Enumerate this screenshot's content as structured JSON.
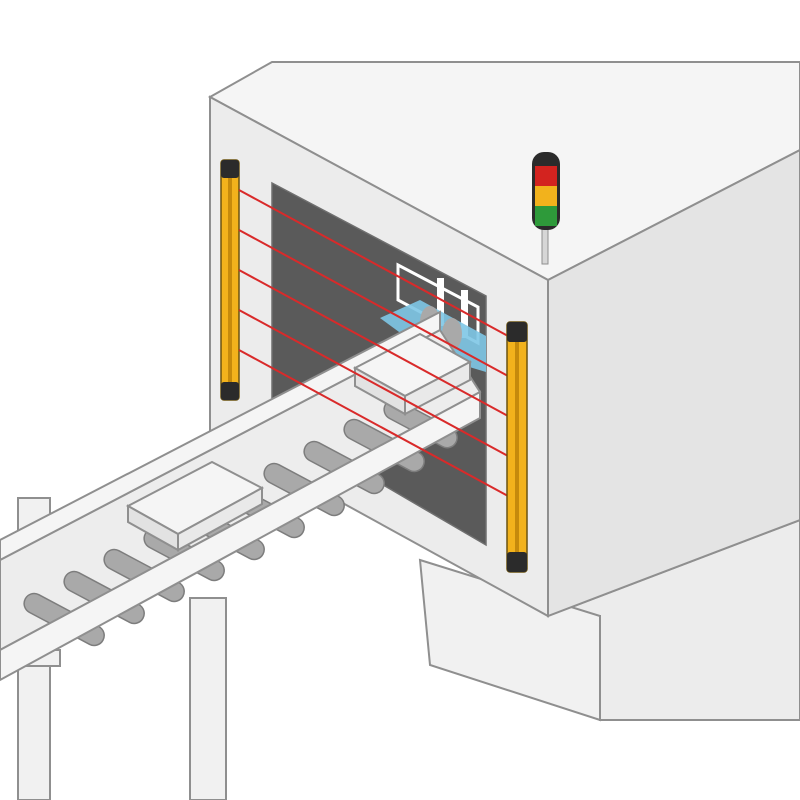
{
  "colors": {
    "background": "#ffffff",
    "machine_body": "#ececec",
    "machine_top": "#f5f5f5",
    "machine_side": "#e1e1e1",
    "outline": "#8f8f8f",
    "opening_dark": "#5a5a5a",
    "light_curtain_yellow": "#f2b21c",
    "light_curtain_cap": "#2b2b2b",
    "beam_red": "#d92a2a",
    "robot_blue": "#7ec7e6",
    "roller": "#a9a9a9",
    "conveyor_frame": "#ededed",
    "package": "#f1f1f1",
    "signal_red": "#d3231f",
    "signal_yellow": "#f2b21c",
    "signal_green": "#2e9a3a"
  },
  "components": {
    "machine": "machine-enclosure",
    "light_curtain_left": "light-curtain-emitter",
    "light_curtain_right": "light-curtain-receiver",
    "signal_tower": "stack-light",
    "conveyor": "roller-conveyor",
    "robot": "gripper-robot"
  },
  "beams": {
    "count": 5
  },
  "signal_tower_levels": [
    "red",
    "yellow",
    "green"
  ]
}
